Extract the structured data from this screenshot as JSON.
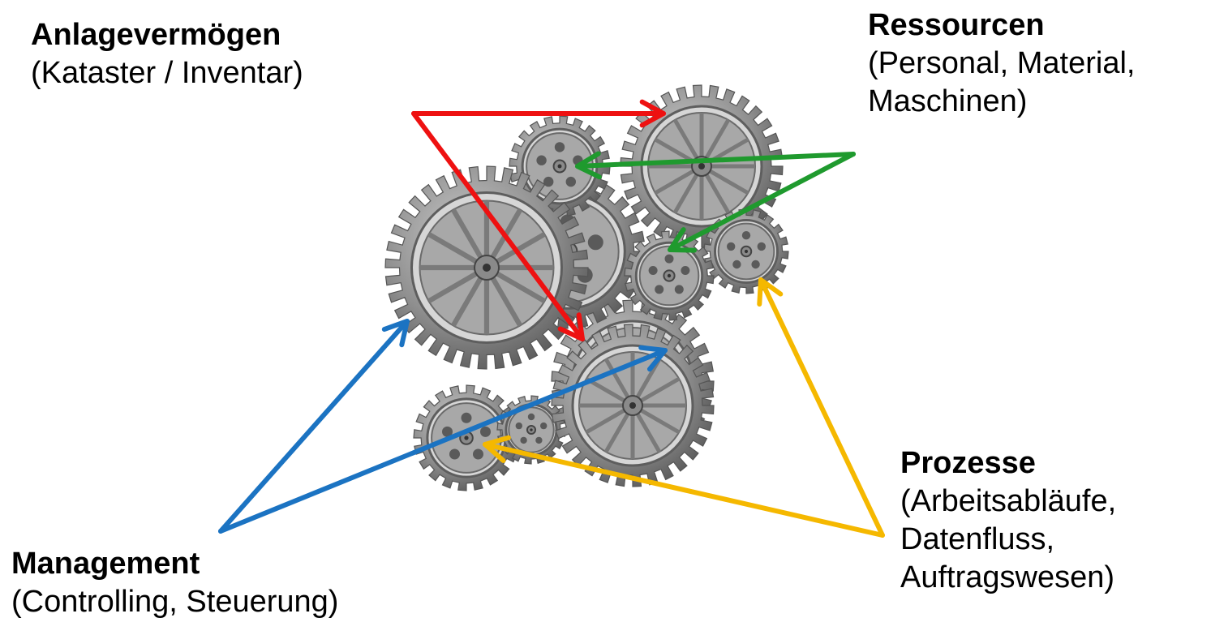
{
  "labels": {
    "anlagevermoegen": {
      "title": "Anlagevermögen",
      "detail": "(Kataster / Inventar)"
    },
    "ressourcen": {
      "title": "Ressourcen",
      "detail_line1": "(Personal, Material,",
      "detail_line2": "Maschinen)"
    },
    "prozesse": {
      "title": "Prozesse",
      "detail_line1": "(Arbeitsabläufe,",
      "detail_line2": "Datenfluss,",
      "detail_line3": "Auftragswesen)"
    },
    "management": {
      "title": "Management",
      "detail": "(Controlling, Steuerung)"
    }
  },
  "colors": {
    "anlagevermoegen_arrows": "#ee1111",
    "ressourcen_arrows": "#1f9a2e",
    "prozesse_arrows": "#f5b800",
    "management_arrows": "#1b73c2",
    "gear_fill": "#9a9a9a",
    "gear_dark": "#5e5e5e"
  },
  "image": {
    "content": "gears-illustration"
  }
}
